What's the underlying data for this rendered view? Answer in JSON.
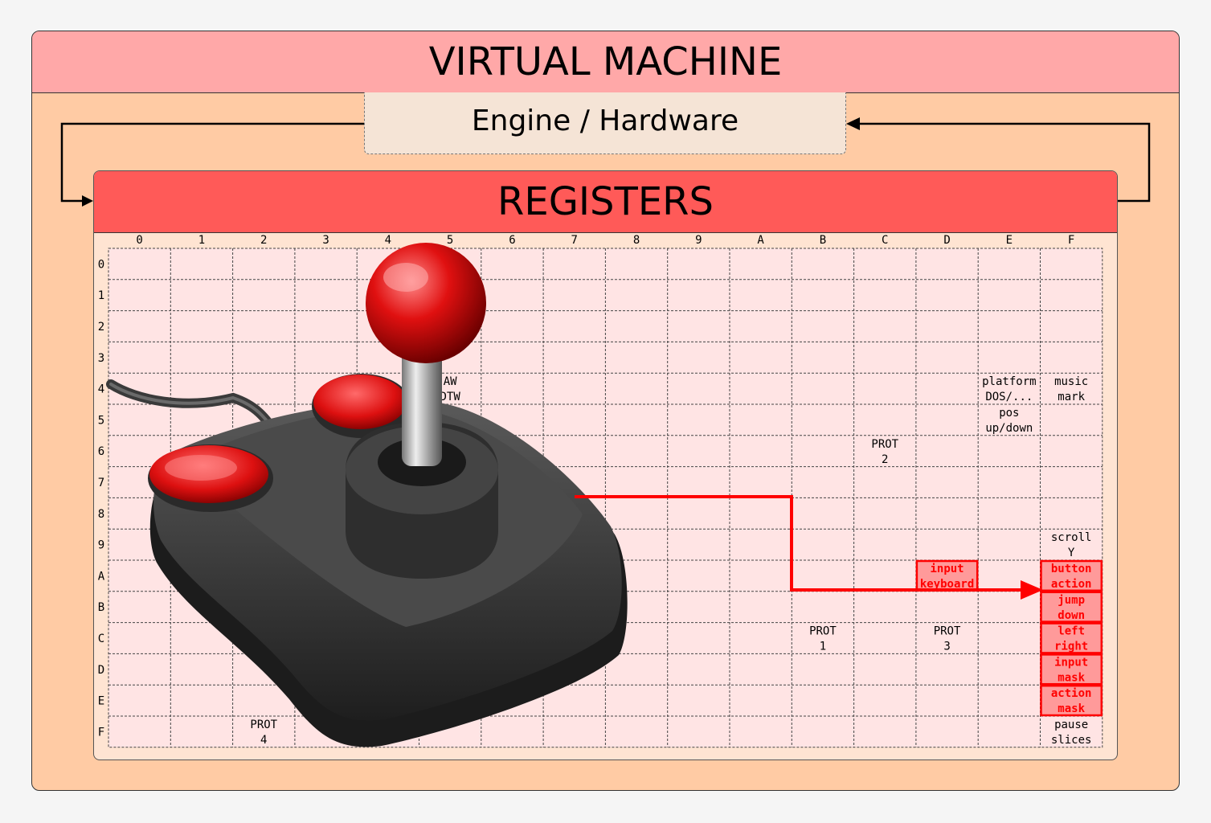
{
  "vm_title": "VIRTUAL MACHINE",
  "engine_label": "Engine / Hardware",
  "registers_title": "REGISTERS",
  "col_headers": [
    "0",
    "1",
    "2",
    "3",
    "4",
    "5",
    "6",
    "7",
    "8",
    "9",
    "A",
    "B",
    "C",
    "D",
    "E",
    "F"
  ],
  "row_headers": [
    "0",
    "1",
    "2",
    "3",
    "4",
    "5",
    "6",
    "7",
    "8",
    "9",
    "A",
    "B",
    "C",
    "D",
    "E",
    "F"
  ],
  "cells": [
    {
      "col": 5,
      "row": 4,
      "lines": [
        "AW",
        "DTW"
      ],
      "style": "normal"
    },
    {
      "col": 14,
      "row": 4,
      "lines": [
        "platform",
        "DOS/..."
      ],
      "style": "normal"
    },
    {
      "col": 15,
      "row": 4,
      "lines": [
        "music",
        "mark"
      ],
      "style": "normal"
    },
    {
      "col": 14,
      "row": 5,
      "lines": [
        "pos",
        "up/down"
      ],
      "style": "normal"
    },
    {
      "col": 12,
      "row": 6,
      "lines": [
        "PROT",
        "2"
      ],
      "style": "normal"
    },
    {
      "col": 15,
      "row": 9,
      "lines": [
        "scroll",
        "Y"
      ],
      "style": "normal"
    },
    {
      "col": 13,
      "row": 10,
      "lines": [
        "input",
        "keyboard"
      ],
      "style": "hl"
    },
    {
      "col": 15,
      "row": 10,
      "lines": [
        "button",
        "action"
      ],
      "style": "hl"
    },
    {
      "col": 15,
      "row": 11,
      "lines": [
        "jump",
        "down"
      ],
      "style": "hl"
    },
    {
      "col": 11,
      "row": 12,
      "lines": [
        "PROT",
        "1"
      ],
      "style": "normal"
    },
    {
      "col": 13,
      "row": 12,
      "lines": [
        "PROT",
        "3"
      ],
      "style": "normal"
    },
    {
      "col": 15,
      "row": 12,
      "lines": [
        "left",
        "right"
      ],
      "style": "hl"
    },
    {
      "col": 15,
      "row": 13,
      "lines": [
        "input",
        "mask"
      ],
      "style": "hl"
    },
    {
      "col": 15,
      "row": 14,
      "lines": [
        "action",
        "mask"
      ],
      "style": "hl"
    },
    {
      "col": 2,
      "row": 15,
      "lines": [
        "PROT",
        "4"
      ],
      "style": "normal"
    },
    {
      "col": 15,
      "row": 15,
      "lines": [
        "pause",
        "slices"
      ],
      "style": "normal"
    }
  ],
  "colors": {
    "grid_bg": "#ffe4e4",
    "grid_line": "#444444",
    "highlight": "#ff0000",
    "highlight_fill": "#ff9a9a"
  }
}
